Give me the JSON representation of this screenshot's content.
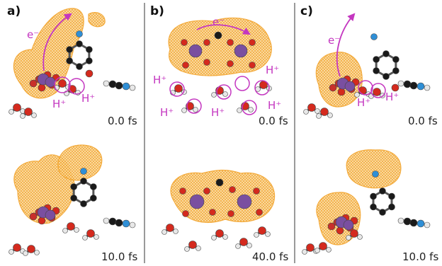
{
  "panels": [
    {
      "label": "a)",
      "time_top": "0.0 fs",
      "time_bottom": "10.0 fs"
    },
    {
      "label": "b)",
      "time_top": "0.0 fs",
      "time_bottom": "40.0 fs"
    },
    {
      "label": "c)",
      "time_top": "0.0 fs",
      "time_bottom": "10.0 fs"
    }
  ],
  "annotations": {
    "electron": "e⁻",
    "proton": "H⁺"
  },
  "colors": {
    "isosurface": "#f2a32a",
    "annotation": "#c437c0",
    "oxygen": "#d42a1e",
    "hydrogen": "#e8e8e8",
    "carbon": "#1a1a1a",
    "nitrogen": "#2f8fd6",
    "metal": "#7a4fa0",
    "divider": "#9a9a9a"
  }
}
